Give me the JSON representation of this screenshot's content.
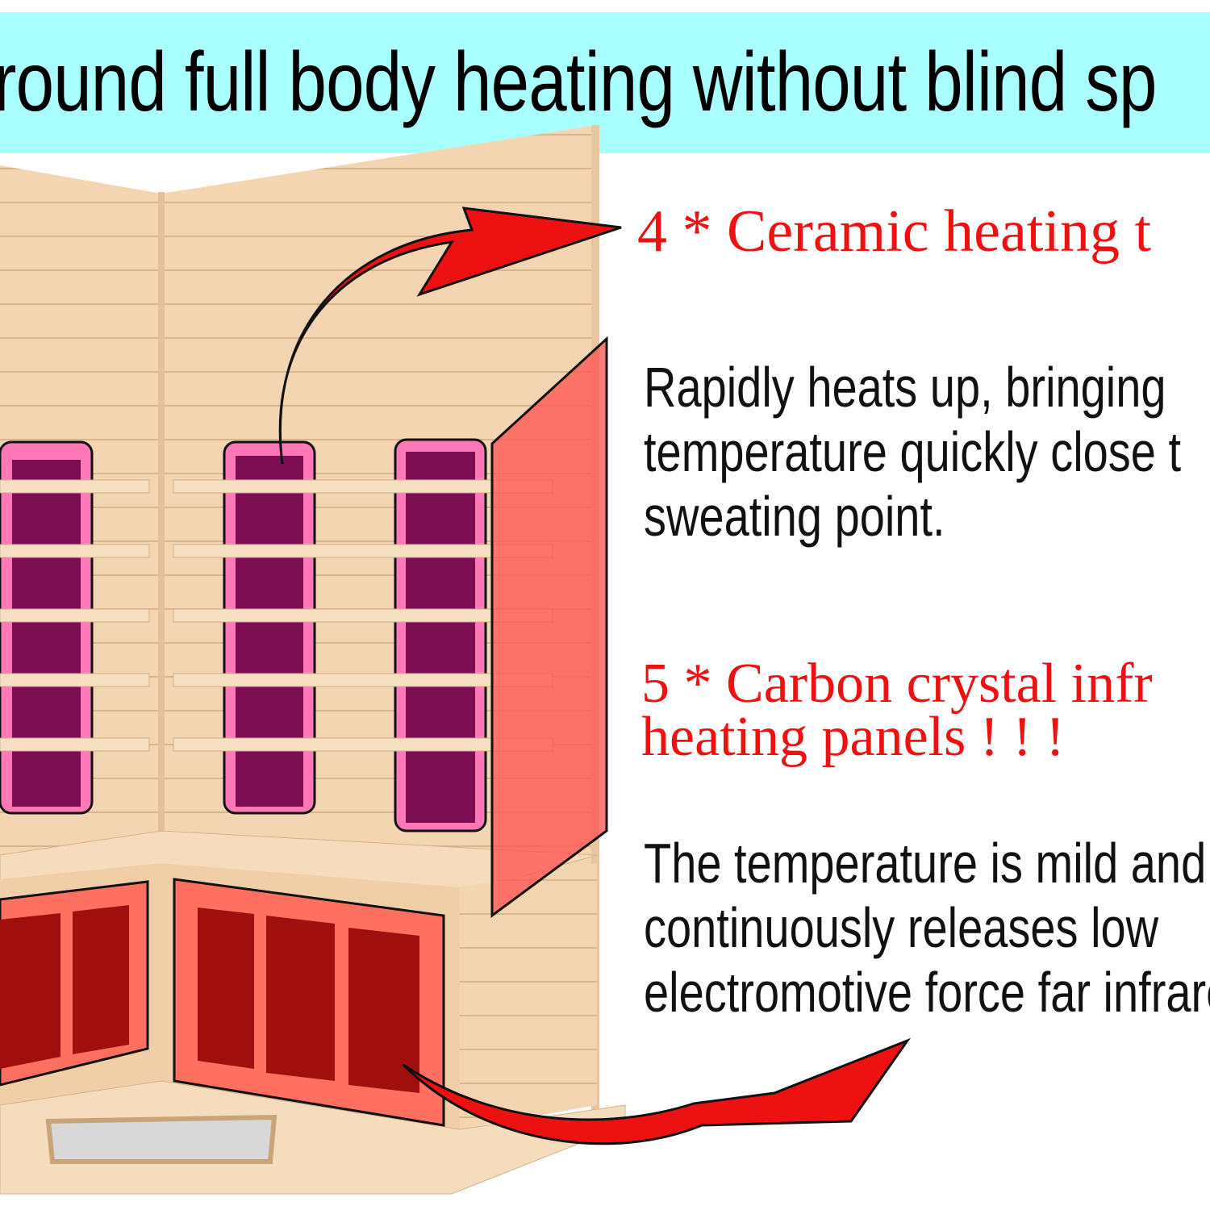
{
  "banner": {
    "title": "round full body heating without blind sp"
  },
  "ceramic": {
    "heading": "4 * Ceramic heating t",
    "lines": [
      "Rapidly heats up, bringing",
      "temperature quickly close t",
      "sweating point."
    ]
  },
  "carbon": {
    "heading_lines": [
      "5 * Carbon crystal infr",
      "heating panels ! ! !"
    ],
    "lines": [
      "The temperature is mild and it",
      "continuously releases low",
      "electromotive force far infrarec"
    ]
  },
  "colors": {
    "banner": "#aaffff",
    "accent": "#ee1111",
    "wood": "#f2d2ad",
    "panel": "#ff6fb0",
    "panel_dark": "#7a0a4a"
  }
}
